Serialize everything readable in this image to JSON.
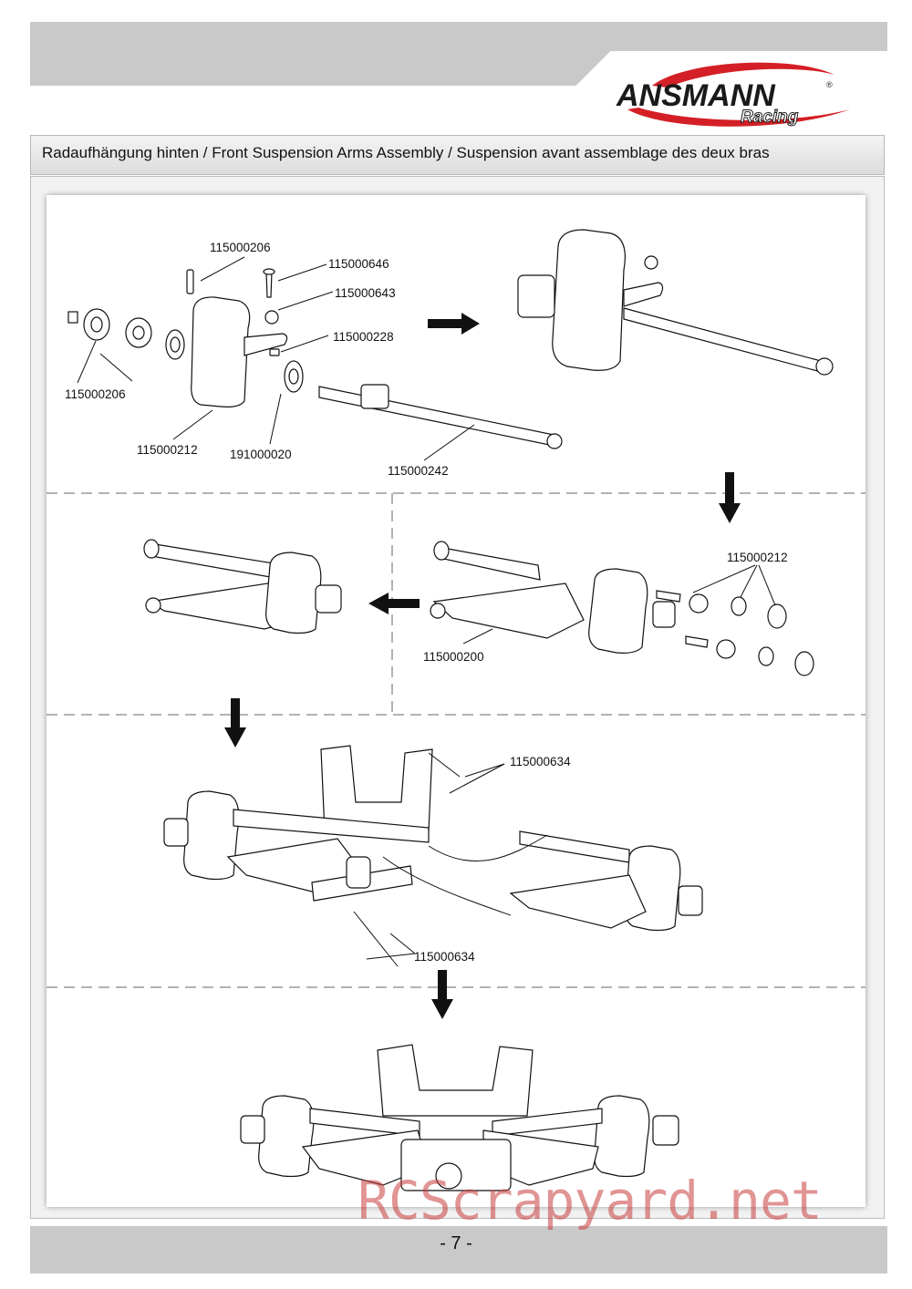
{
  "header": {
    "brand_name": "ANSMANN",
    "brand_sub": "Racing",
    "brand_registered": "®"
  },
  "section": {
    "title": "Radaufhängung hinten / Front Suspension Arms Assembly / Suspension avant assemblage des deux bras"
  },
  "parts": {
    "step1": {
      "pin": "115000206",
      "screw": "115000646",
      "ball": "115000643",
      "nut_small": "115000228",
      "hub_nut_set": "115000206",
      "hub_carrier": "115000212",
      "bearing": "191000020",
      "drive_shaft": "115000242"
    },
    "step2": {
      "pivot_balls": "115000212",
      "arm": "115000200"
    },
    "step3": {
      "hinge_pins_top": "115000634",
      "hinge_pins_bottom": "115000634"
    }
  },
  "footer": {
    "page_number": "- 7 -"
  },
  "watermark": "RCScrapyard.net",
  "colors": {
    "band_gray": "#c9c9c9",
    "brand_red": "#d41f26",
    "line": "#111111"
  }
}
